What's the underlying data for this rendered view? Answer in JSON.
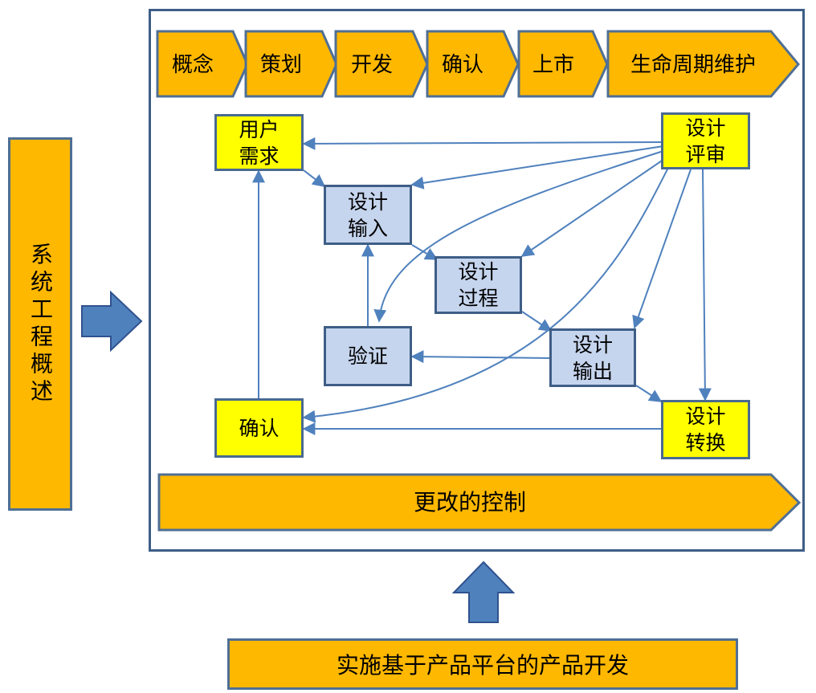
{
  "sidebar_label": "系统工程概述",
  "phases": [
    "概念",
    "策划",
    "开发",
    "确认",
    "上市",
    "生命周期维护"
  ],
  "nodes": {
    "user_needs": "用户\n需求",
    "design_review": "设计\n评审",
    "design_input": "设计\n输入",
    "design_process": "设计\n过程",
    "verification": "验证",
    "design_output": "设计\n输出",
    "validation": "确认",
    "design_transfer": "设计\n转换"
  },
  "change_control": "更改的控制",
  "bottom_label": "实施基于产品平台的产品开发",
  "colors": {
    "orange": "#FFB800",
    "yellow": "#FFFF00",
    "light_blue": "#C6D5EE",
    "border_blue": "#3E5E86",
    "arrow_blue": "#4F81BD"
  }
}
